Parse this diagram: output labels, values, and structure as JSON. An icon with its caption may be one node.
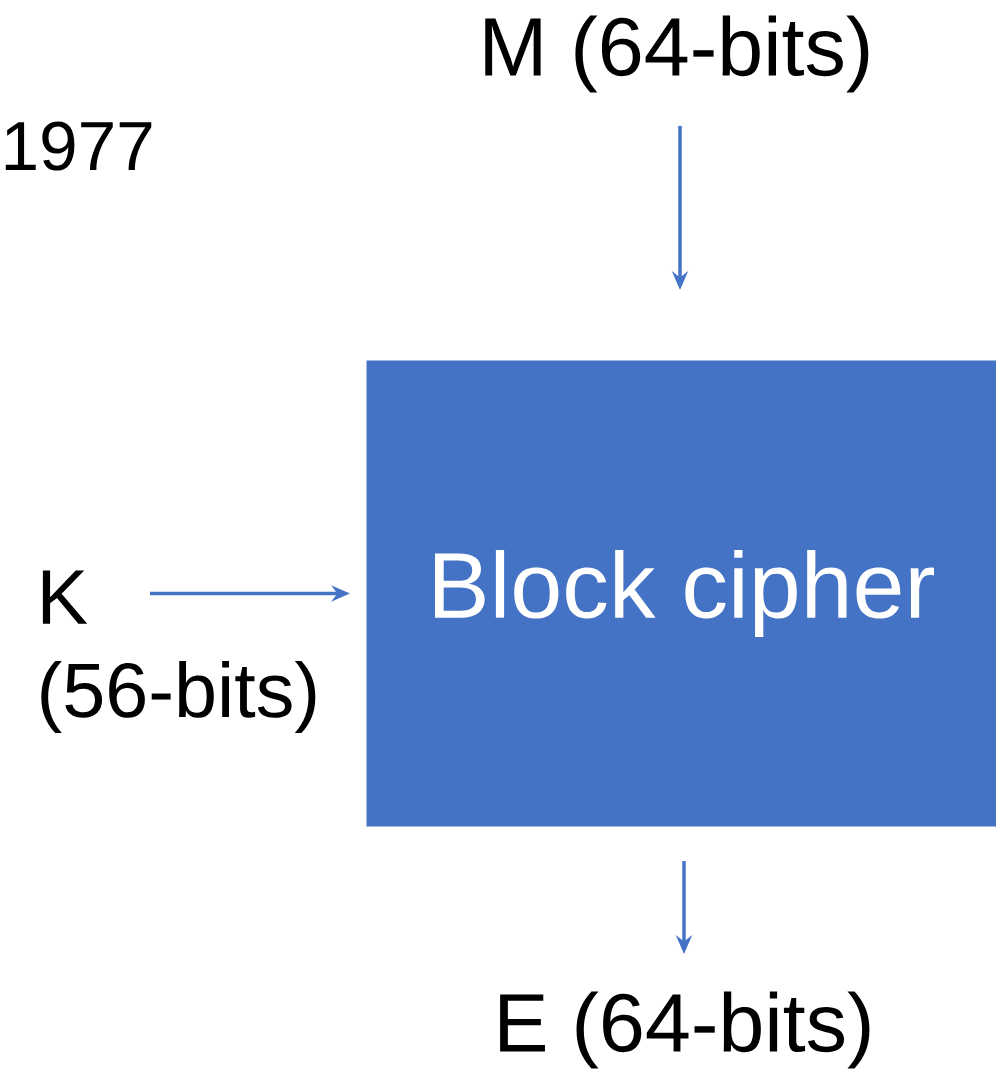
{
  "diagram": {
    "nodes": [
      {
        "text": [
          "M (64-bits)"
        ]
      },
      {
        "text": [
          "Block cipher"
        ]
      },
      {
        "text": [
          "K (56-bits)"
        ]
      },
      {
        "text": [
          "E (64-bits)"
        ]
      }
    ],
    "edges": [
      {
        "from": 0,
        "to": 1,
        "arrow": "to"
      },
      {
        "from": 2,
        "to": 1,
        "arrow": "to"
      },
      {
        "from": 1,
        "to": 3,
        "arrow": "to"
      }
    ],
    "labels": [
      "1977"
    ]
  }
}
